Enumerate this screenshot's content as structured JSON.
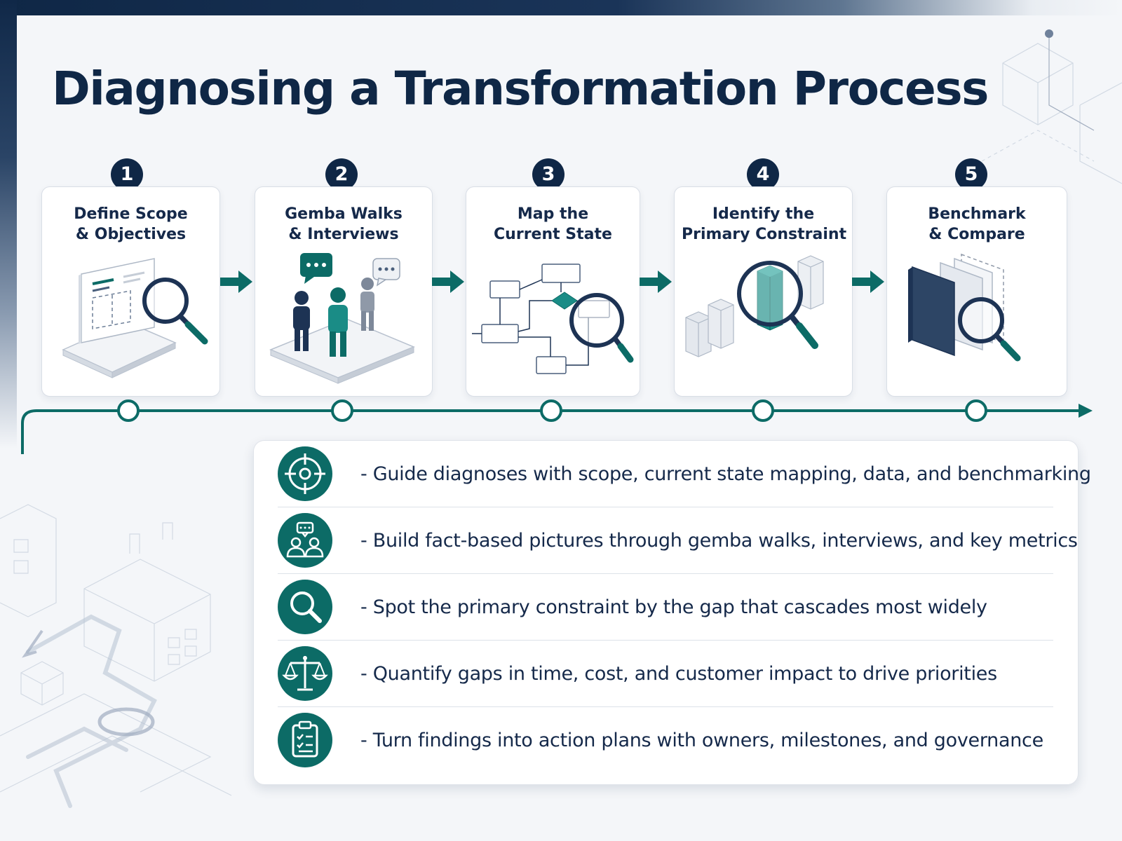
{
  "title": "Diagnosing a Transformation Process",
  "steps": [
    {
      "number": "1",
      "title_line1": "Define Scope",
      "title_line2": "& Objectives",
      "icon": "scope-document-magnifier-icon"
    },
    {
      "number": "2",
      "title_line1": "Gemba Walks",
      "title_line2": "& Interviews",
      "icon": "people-speech-bubbles-icon"
    },
    {
      "number": "3",
      "title_line1": "Map the",
      "title_line2": "Current State",
      "icon": "process-flowchart-magnifier-icon"
    },
    {
      "number": "4",
      "title_line1": "Identify the",
      "title_line2": "Primary Constraint",
      "icon": "bar-blocks-magnifier-icon"
    },
    {
      "number": "5",
      "title_line1": "Benchmark",
      "title_line2": "& Compare",
      "icon": "panels-magnifier-icon"
    }
  ],
  "points": [
    {
      "icon": "target-crosshair-icon",
      "text": "- Guide diagnoses with scope, current state mapping, data, and benchmarking"
    },
    {
      "icon": "group-discussion-icon",
      "text": "- Build fact-based pictures through gemba walks, interviews, and key metrics"
    },
    {
      "icon": "search-magnifier-icon",
      "text": "- Spot the primary constraint by the gap that cascades most widely"
    },
    {
      "icon": "balance-scale-icon",
      "text": "- Quantify gaps in time, cost, and customer impact to drive priorities"
    },
    {
      "icon": "clipboard-checklist-icon",
      "text": "- Turn findings into action plans with owners, milestones, and governance"
    }
  ],
  "colors": {
    "navy": "#0f2746",
    "teal": "#0c6b66",
    "teal_light": "#1a8c86",
    "card_border": "#d9dee6",
    "background": "#f4f6f9"
  }
}
